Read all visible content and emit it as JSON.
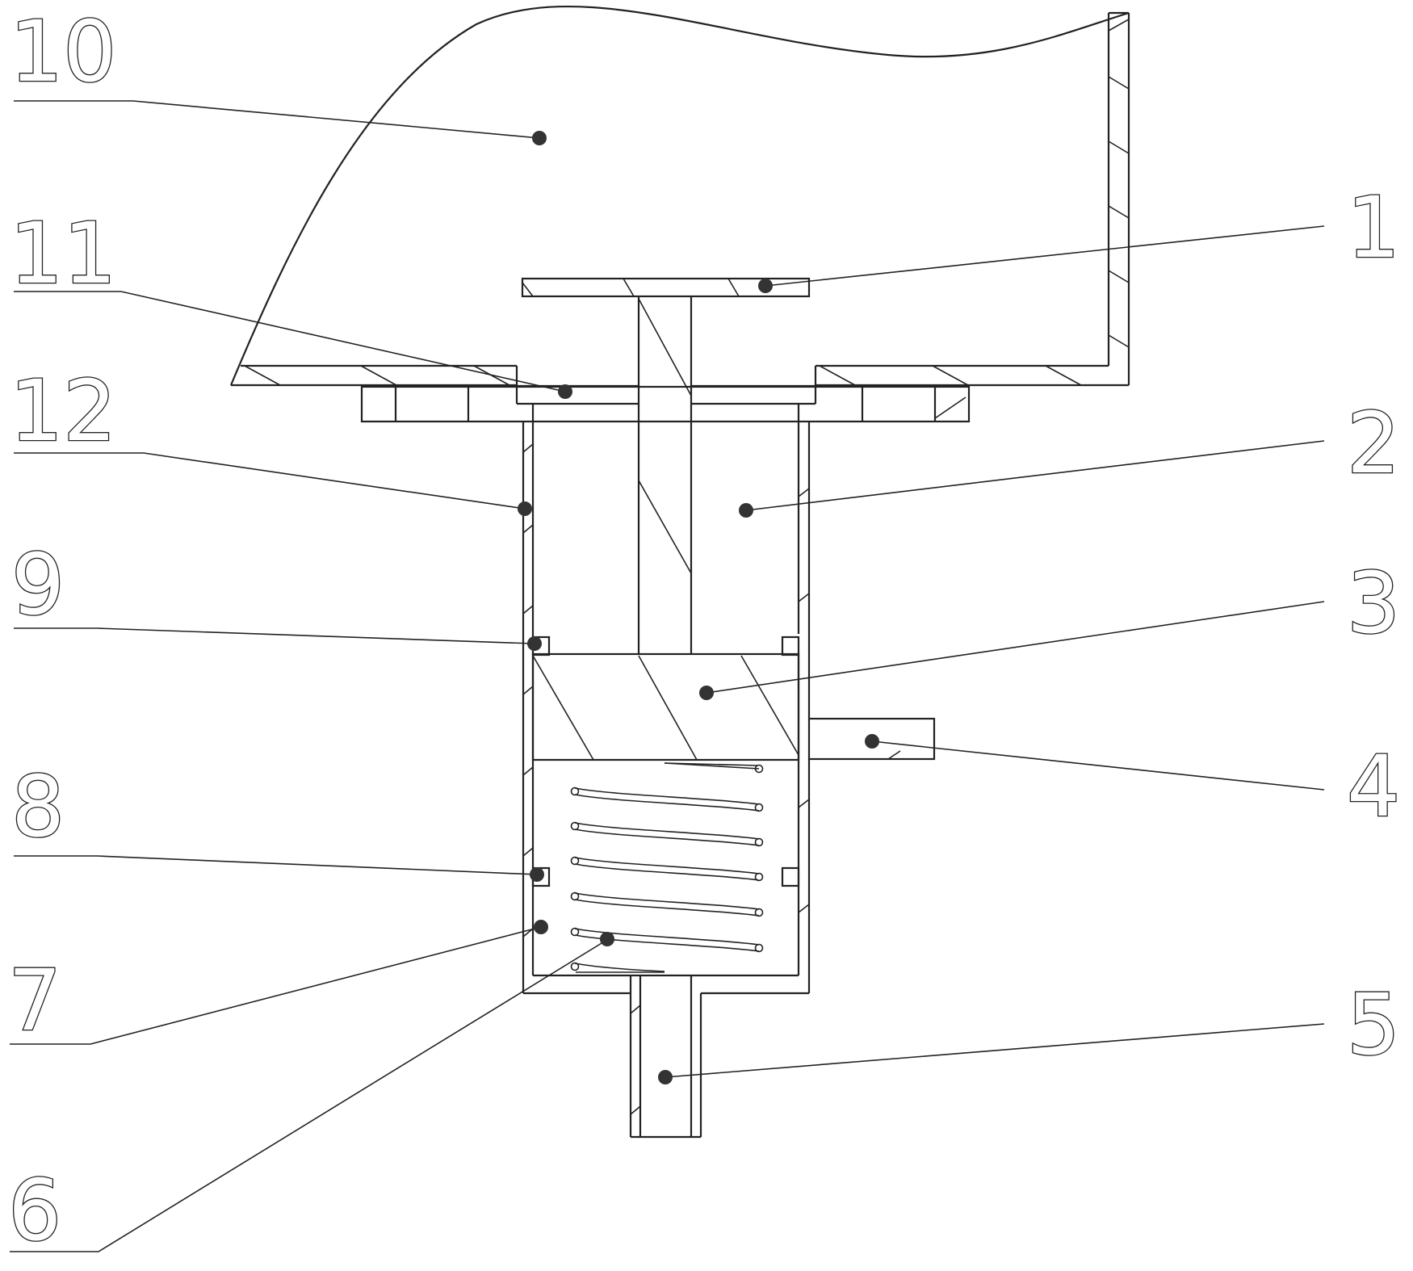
{
  "labels": [
    {
      "id": "10",
      "text": "10",
      "side": "left"
    },
    {
      "id": "11",
      "text": "11",
      "side": "left"
    },
    {
      "id": "12",
      "text": "12",
      "side": "left"
    },
    {
      "id": "9",
      "text": "9",
      "side": "left"
    },
    {
      "id": "8",
      "text": "8",
      "side": "left"
    },
    {
      "id": "7",
      "text": "7",
      "side": "left"
    },
    {
      "id": "6",
      "text": "6",
      "side": "left"
    },
    {
      "id": "1",
      "text": "1",
      "side": "right"
    },
    {
      "id": "2",
      "text": "2",
      "side": "right"
    },
    {
      "id": "3",
      "text": "3",
      "side": "right"
    },
    {
      "id": "4",
      "text": "4",
      "side": "right"
    },
    {
      "id": "5",
      "text": "5",
      "side": "right"
    }
  ],
  "colors": {
    "line": "#222222",
    "dot": "#333333",
    "background": "#ffffff"
  }
}
